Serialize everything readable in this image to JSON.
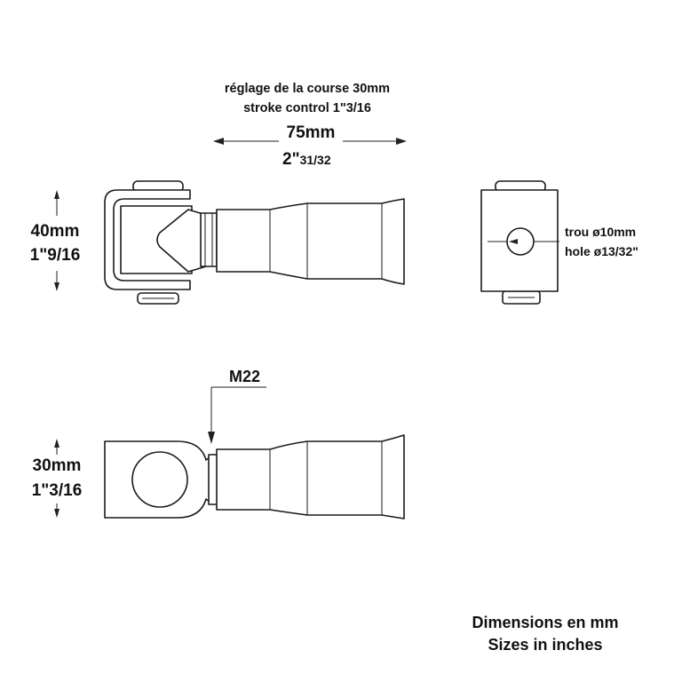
{
  "stroke": {
    "line1": "réglage de la course 30mm",
    "line2": "stroke control 1\"3/16"
  },
  "length": {
    "mm": "75mm",
    "inch_whole": "2\"",
    "inch_frac": "31/32"
  },
  "height_top": {
    "mm": "40mm",
    "inch": "1\"9/16"
  },
  "hole": {
    "fr": "trou ø10mm",
    "en": "hole ø13/32\""
  },
  "thread": {
    "label": "M22"
  },
  "height_bottom": {
    "mm": "30mm",
    "inch": "1\"3/16"
  },
  "units_note": {
    "line1": "Dimensions en mm",
    "line2": "Sizes in inches"
  },
  "colors": {
    "line": "#1a1a1a",
    "text": "#111111",
    "background": "#ffffff"
  }
}
